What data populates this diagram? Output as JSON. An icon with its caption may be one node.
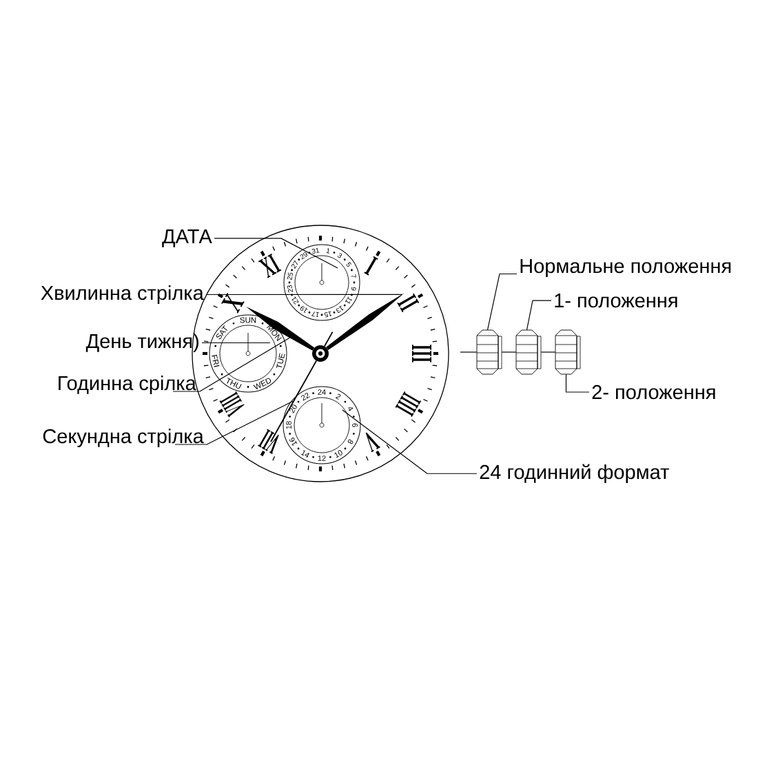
{
  "diagram": {
    "nodes": [
      {
        "text": [
          "ДАТА"
        ]
      },
      {
        "text": [
          "Хвилинна стрілка"
        ]
      },
      {
        "text": [
          "День тижня)"
        ]
      },
      {
        "text": [
          "Годинна срілка"
        ]
      },
      {
        "text": [
          "Секундна стрілка"
        ]
      },
      {
        "text": [
          "24 годинний формат"
        ]
      },
      {
        "text": [
          "Нормальне положення"
        ]
      },
      {
        "text": [
          "1- положення"
        ]
      },
      {
        "text": [
          "2- положення"
        ]
      },
      {
        "text": [
          "I",
          "II",
          "III",
          "IIII",
          "V",
          "VII",
          "VIII",
          "X",
          "XI"
        ]
      },
      {
        "text": [
          "1",
          "3",
          "5",
          "7",
          "9",
          "11",
          "13",
          "15",
          "17",
          "19",
          "21",
          "23",
          "25",
          "27",
          "29",
          "31"
        ],
        "in": 9
      },
      {
        "text": [
          "SUN",
          "MON",
          "TUE",
          "WED",
          "THU",
          "FRI",
          "SAT"
        ],
        "in": 9
      },
      {
        "text": [
          "24",
          "2",
          "4",
          "6",
          "8",
          "10",
          "12",
          "14",
          "16",
          "18",
          "20",
          "22"
        ],
        "in": 9
      },
      {
        "text": [],
        "shape": "picture",
        "in": 9
      },
      {
        "text": [],
        "shape": "picture",
        "in": 9
      },
      {
        "text": [],
        "shape": "picture",
        "in": 9
      },
      {
        "text": [],
        "shape": "picture"
      },
      {
        "text": [],
        "shape": "picture"
      },
      {
        "text": [],
        "shape": "picture"
      }
    ],
    "edges": [
      {
        "from": 0,
        "to": 10,
        "arrow": "none"
      },
      {
        "from": 1,
        "to": 13,
        "arrow": "none"
      },
      {
        "from": 2,
        "to": 11,
        "arrow": "none"
      },
      {
        "from": 3,
        "to": 14,
        "arrow": "none"
      },
      {
        "from": 4,
        "to": 15,
        "arrow": "none"
      },
      {
        "from": 5,
        "to": 12,
        "arrow": "none"
      },
      {
        "from": 6,
        "to": 16,
        "arrow": "none"
      },
      {
        "from": 7,
        "to": 17,
        "arrow": "none"
      },
      {
        "from": 8,
        "to": 18,
        "arrow": "none"
      },
      {
        "from": null,
        "to": 16,
        "arrow": "none"
      },
      {
        "from": 16,
        "to": 17,
        "arrow": "none"
      },
      {
        "from": 17,
        "to": 18,
        "arrow": "none"
      }
    ]
  }
}
